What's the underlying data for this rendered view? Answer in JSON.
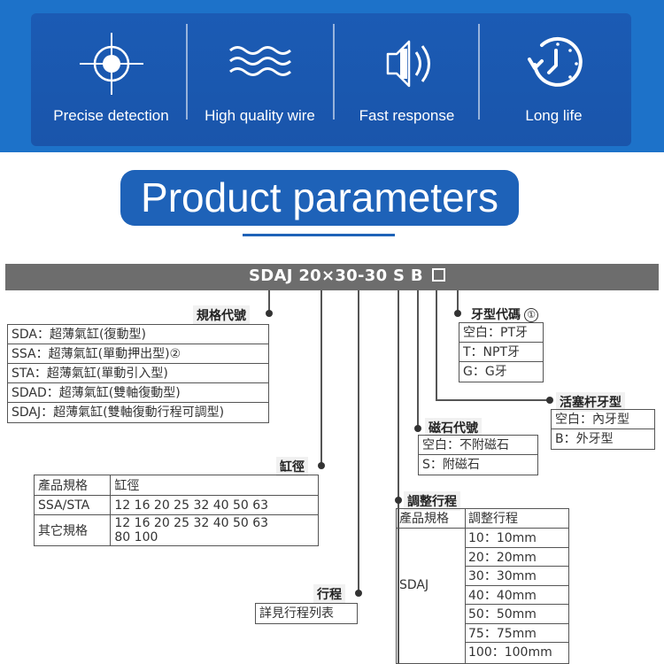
{
  "banner": {
    "features": [
      {
        "label": "Precise detection",
        "icon": "crosshair-icon"
      },
      {
        "label": "High quality wire",
        "icon": "wave-icon"
      },
      {
        "label": "Fast response",
        "icon": "speaker-icon"
      },
      {
        "label": "Long life",
        "icon": "clock-icon"
      }
    ],
    "colors": {
      "outer": "#1d72c9",
      "inner": "#1b5bb4"
    }
  },
  "title": "Product parameters",
  "model_code": {
    "parts": [
      "SDAJ",
      "20",
      "×",
      "30",
      "-",
      "30",
      "S",
      "B"
    ]
  },
  "spec": {
    "series": {
      "tag": "規格代號",
      "items": [
        "SDA：超薄氣缸(復動型)",
        "SSA：超薄氣缸(單動押出型)",
        "STA：超薄氣缸(單動引入型)",
        "SDAD：超薄氣缸(雙軸復動型)",
        "SDAJ：超薄氣缸(雙軸復動行程可調型)"
      ],
      "note": "②"
    },
    "bore": {
      "tag": "缸徑",
      "header": [
        "產品規格",
        "缸徑"
      ],
      "rows": [
        [
          "SSA/STA",
          "12  16  20  25  32  40  50  63"
        ],
        [
          "其它規格",
          "12  16  20  25  32  40  50  63",
          "80  100"
        ]
      ]
    },
    "stroke": {
      "tag": "行程",
      "value": "詳見行程列表"
    },
    "adjust": {
      "tag": "調整行程",
      "header": [
        "產品規格",
        "調整行程"
      ],
      "model": "SDAJ",
      "rows": [
        "10：10mm",
        "20：20mm",
        "30：30mm",
        "40：40mm",
        "50：50mm",
        "75：75mm",
        "100：100mm"
      ]
    },
    "magnet": {
      "tag": "磁石代號",
      "items": [
        "空白：不附磁石",
        "S：附磁石"
      ]
    },
    "rod": {
      "tag": "活塞杆牙型",
      "items": [
        "空白：內牙型",
        "B：外牙型"
      ]
    },
    "thread": {
      "tag": "牙型代碼",
      "note": "①",
      "items": [
        "空白：PT牙",
        "T：NPT牙",
        "G：G牙"
      ]
    }
  }
}
